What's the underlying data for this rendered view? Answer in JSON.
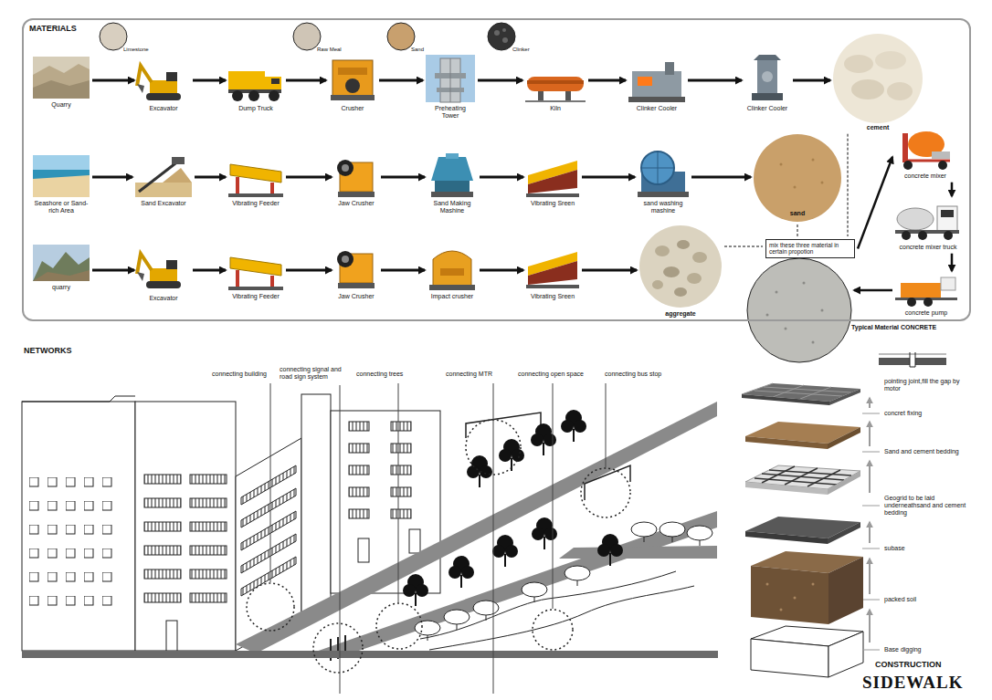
{
  "diagram": {
    "nodes": [
      {
        "text": [
          "MATERIALS"
        ]
      },
      {
        "text": [
          "Quarry"
        ],
        "in": 0
      },
      {
        "text": [
          "Excavator"
        ],
        "in": 0
      },
      {
        "text": [
          "Dump Truck"
        ],
        "in": 0
      },
      {
        "text": [
          "Crusher"
        ],
        "in": 0
      },
      {
        "text": [
          "Preheating Tower"
        ],
        "in": 0
      },
      {
        "text": [
          "Kiln"
        ],
        "in": 0
      },
      {
        "text": [
          "Clinker Cooler"
        ],
        "in": 0
      },
      {
        "text": [
          "Clinker Cooler"
        ],
        "in": 0
      },
      {
        "text": [
          "cement"
        ],
        "in": 0
      },
      {
        "text": [
          "Seashore or Sand-rich Area"
        ],
        "in": 0
      },
      {
        "text": [
          "Sand Excavator"
        ],
        "in": 0
      },
      {
        "text": [
          "Vibrating Feeder"
        ],
        "in": 0
      },
      {
        "text": [
          "Jaw Crusher"
        ],
        "in": 0
      },
      {
        "text": [
          "Sand Making Mashine"
        ],
        "in": 0
      },
      {
        "text": [
          "Vibrating Sreen"
        ],
        "in": 0
      },
      {
        "text": [
          "sand washing mashine"
        ],
        "in": 0
      },
      {
        "text": [
          "sand"
        ],
        "in": 0
      },
      {
        "text": [
          "quarry"
        ],
        "in": 0
      },
      {
        "text": [
          "Excavator"
        ],
        "in": 0
      },
      {
        "text": [
          "Vibrating Feeder"
        ],
        "in": 0
      },
      {
        "text": [
          "Jaw Crusher"
        ],
        "in": 0
      },
      {
        "text": [
          "Impact crusher"
        ],
        "in": 0
      },
      {
        "text": [
          "Vibrating Sreen"
        ],
        "in": 0
      },
      {
        "text": [
          "aggregate"
        ],
        "in": 0
      },
      {
        "text": [
          "mix these three material in certain propotion"
        ],
        "in": 0
      },
      {
        "text": [
          "concrete mixer"
        ],
        "in": 0
      },
      {
        "text": [
          "concrete mixer truck"
        ],
        "in": 0
      },
      {
        "text": [
          "concrete pump"
        ],
        "in": 0
      },
      {
        "text": [
          "Typical Material CONCRETE"
        ]
      }
    ],
    "edges": [
      {
        "from": 1,
        "to": 2,
        "arrow": "to"
      },
      {
        "from": 2,
        "to": 3,
        "arrow": "to"
      },
      {
        "from": 3,
        "to": 4,
        "arrow": "to"
      },
      {
        "from": 4,
        "to": 5,
        "arrow": "to"
      },
      {
        "from": 5,
        "to": 6,
        "arrow": "to"
      },
      {
        "from": 6,
        "to": 7,
        "arrow": "to"
      },
      {
        "from": 7,
        "to": 8,
        "arrow": "to"
      },
      {
        "from": 8,
        "to": 9,
        "arrow": "to"
      },
      {
        "from": 10,
        "to": 11,
        "arrow": "to"
      },
      {
        "from": 11,
        "to": 12,
        "arrow": "to"
      },
      {
        "from": 12,
        "to": 13,
        "arrow": "to"
      },
      {
        "from": 13,
        "to": 14,
        "arrow": "to"
      },
      {
        "from": 14,
        "to": 15,
        "arrow": "to"
      },
      {
        "from": 15,
        "to": 16,
        "arrow": "to"
      },
      {
        "from": 16,
        "to": 17,
        "arrow": "to"
      },
      {
        "from": 18,
        "to": 19,
        "arrow": "to"
      },
      {
        "from": 19,
        "to": 20,
        "arrow": "to"
      },
      {
        "from": 20,
        "to": 21,
        "arrow": "to"
      },
      {
        "from": 21,
        "to": 22,
        "arrow": "to"
      },
      {
        "from": 22,
        "to": 23,
        "arrow": "to"
      },
      {
        "from": 23,
        "to": 24,
        "arrow": "to"
      },
      {
        "from": 9,
        "to": 25,
        "arrow": "none"
      },
      {
        "from": 17,
        "to": 25,
        "arrow": "none"
      },
      {
        "from": 24,
        "to": 25,
        "arrow": "none"
      },
      {
        "from": 25,
        "to": 26,
        "arrow": "to"
      },
      {
        "from": 26,
        "to": 27,
        "arrow": "to"
      },
      {
        "from": 27,
        "to": 28,
        "arrow": "to"
      },
      {
        "from": 28,
        "to": 29,
        "arrow": "to"
      }
    ],
    "labels": [
      "Limestone",
      "Raw Meal",
      "Sand",
      "Clinker",
      "NETWORKS",
      "connecting building",
      "connecting signal and road sign system",
      "connecting trees",
      "connecting MTR",
      "connecting open space",
      "connecting bus stop",
      "pointing joint,fill the gap by motor",
      "concret fixing",
      "Sand and cement bedding",
      "Geogrid to be laid underneathsand and cement bedding",
      "subase",
      "packed soil",
      "Base digging",
      "CONSTRUCTION",
      "SIDEWALK"
    ]
  }
}
